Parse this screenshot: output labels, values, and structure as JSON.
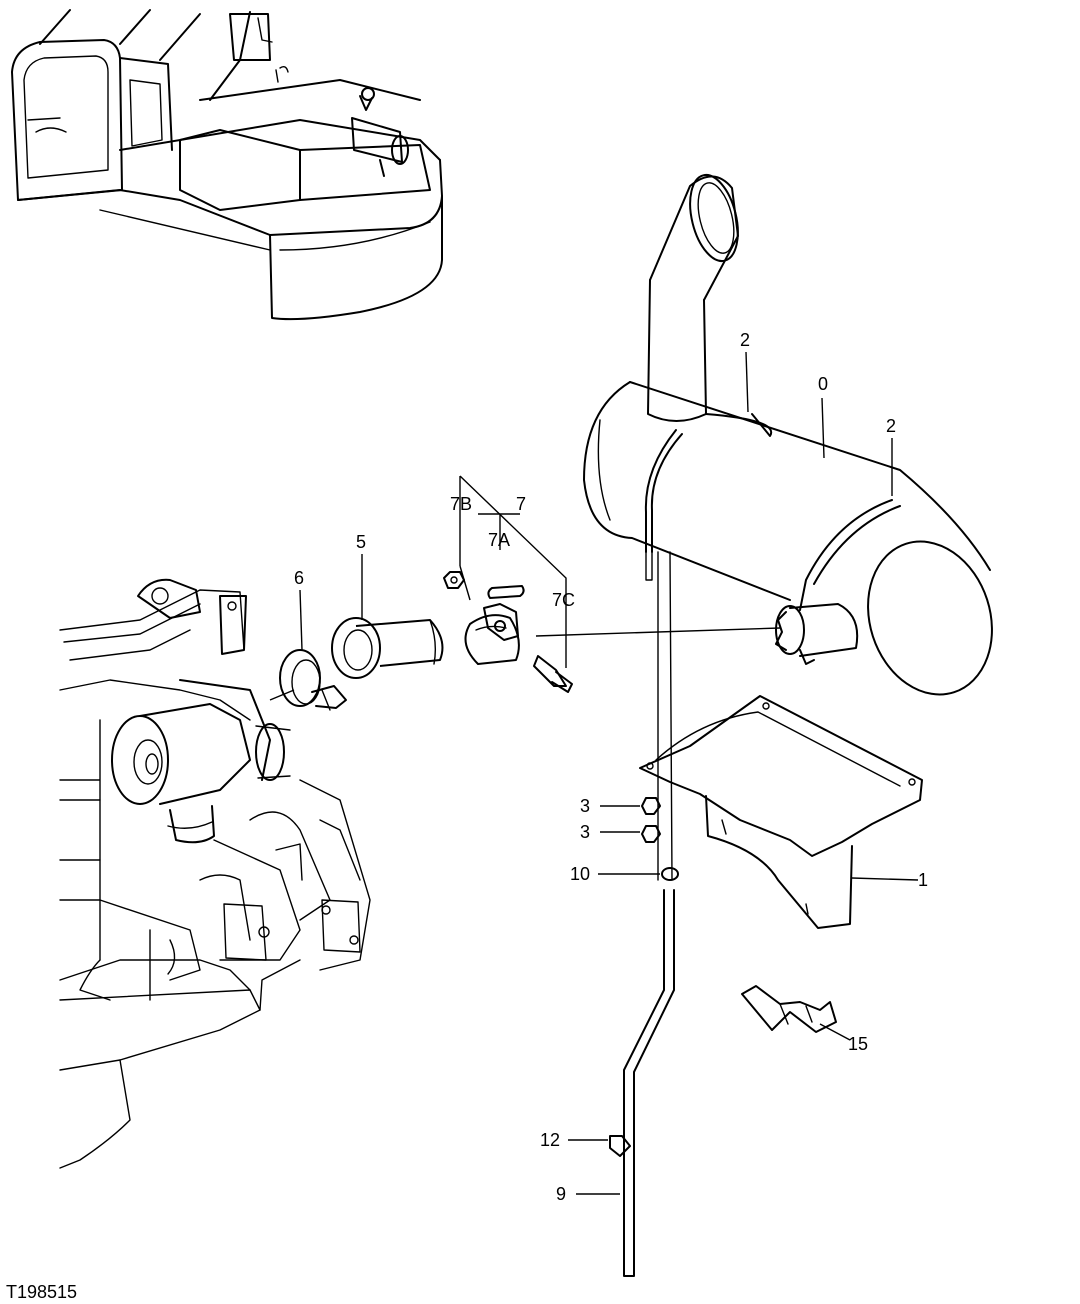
{
  "figure_id": "T198515",
  "callouts": {
    "c0": "0",
    "c1": "1",
    "c2a": "2",
    "c2b": "2",
    "c3a": "3",
    "c3b": "3",
    "c5": "5",
    "c6": "6",
    "c7": "7",
    "c7a": "7A",
    "c7b": "7B",
    "c7c": "7C",
    "c9": "9",
    "c10": "10",
    "c12": "12",
    "c15": "15"
  }
}
